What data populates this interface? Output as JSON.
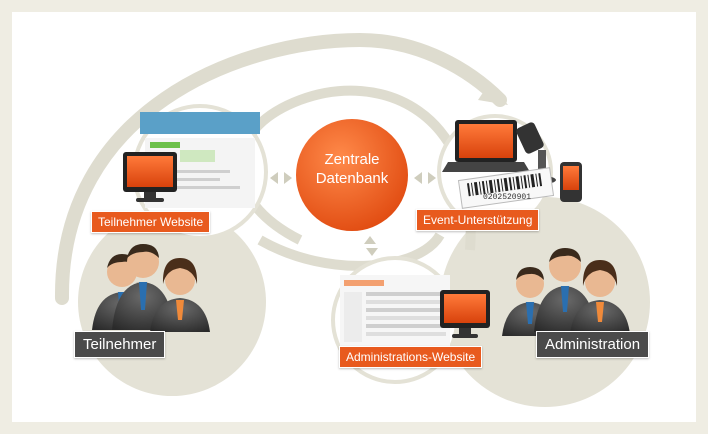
{
  "central": {
    "line1": "Zentrale",
    "line2": "Datenbank"
  },
  "labels": {
    "teilnehmer_website": "Teilnehmer Website",
    "event_unterstuetzung": "Event-Unterstützung",
    "administrations_website": "Administrations-Website",
    "teilnehmer": "Teilnehmer",
    "administration": "Administration"
  },
  "barcode": {
    "number": "0202520901"
  },
  "colors": {
    "orange": "#e85a1e",
    "dark_label": "#4a4a4a",
    "arc": "#dedccf",
    "circle": "#e4e2d6"
  }
}
